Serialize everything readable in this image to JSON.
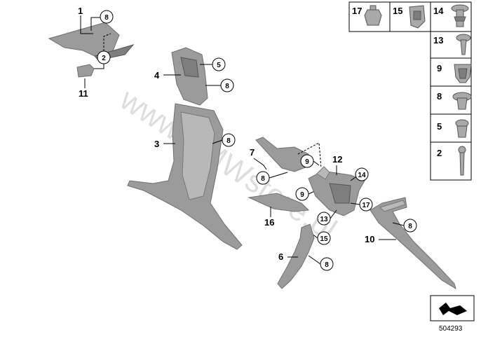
{
  "watermark": "www.BMWstore.pl",
  "callouts": [
    "1",
    "2",
    "3",
    "4",
    "5",
    "6",
    "7",
    "8",
    "9",
    "10",
    "11",
    "12",
    "13",
    "14",
    "15",
    "16",
    "17"
  ],
  "circle_labels": {
    "c8": "8",
    "c2": "2",
    "c5": "5",
    "c9": "9",
    "c13": "13",
    "c14": "14",
    "c15": "15",
    "c17": "17"
  },
  "legend_grid": {
    "top_row": [
      "17",
      "15",
      "14"
    ],
    "right_column": [
      "13",
      "9",
      "8",
      "5",
      "2"
    ]
  },
  "document_number": "504293",
  "colors": {
    "part_fill": "#9b9b9b",
    "part_stroke": "#6f6f6f",
    "line": "#000000"
  }
}
